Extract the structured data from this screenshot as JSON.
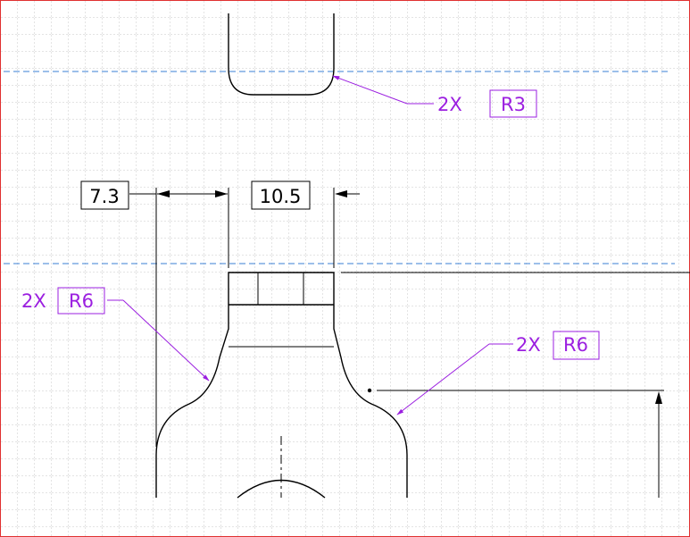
{
  "colors": {
    "background": "#ffffff",
    "frame": "#e03030",
    "grid": "#c8c8c8",
    "centerline": "#3a7fd5",
    "geometry": "#000000",
    "annotation": "#9b1fe0"
  },
  "dimensions": {
    "left_width": "7.3",
    "center_width": "10.5"
  },
  "callouts": {
    "top_radius": {
      "multiplier": "2X",
      "value": "R3"
    },
    "left_radius": {
      "multiplier": "2X",
      "value": "R6"
    },
    "right_radius": {
      "multiplier": "2X",
      "value": "R6"
    }
  }
}
